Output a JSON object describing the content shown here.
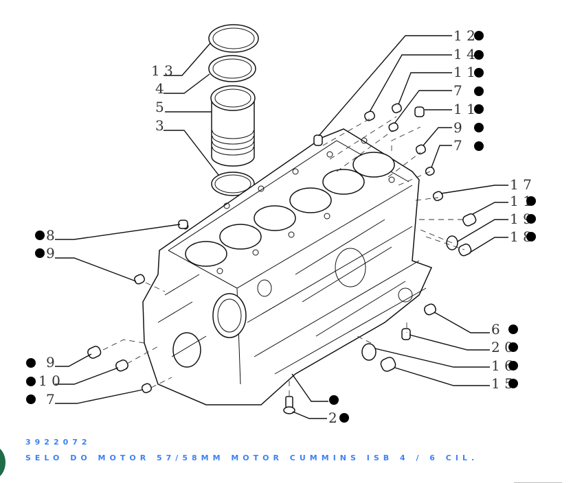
{
  "diagram": {
    "callouts_right": [
      {
        "label": "1 2",
        "marked": true
      },
      {
        "label": "1 4",
        "marked": true
      },
      {
        "label": "1 1",
        "marked": true
      },
      {
        "label": "7",
        "marked": true
      },
      {
        "label": "1 1",
        "marked": true
      },
      {
        "label": "9",
        "marked": true
      },
      {
        "label": "7",
        "marked": true
      },
      {
        "label": "1 7",
        "marked": false
      },
      {
        "label": "1 1",
        "marked": true
      },
      {
        "label": "1 9",
        "marked": true
      },
      {
        "label": "1 8",
        "marked": true
      },
      {
        "label": "6",
        "marked": true
      },
      {
        "label": "2 0",
        "marked": true
      },
      {
        "label": "1 6",
        "marked": true
      },
      {
        "label": "1 5",
        "marked": true
      }
    ],
    "callouts_left": [
      {
        "label": "1 3"
      },
      {
        "label": "4"
      },
      {
        "label": "5"
      },
      {
        "label": "3"
      }
    ],
    "callouts_left_marked": [
      {
        "label": "8"
      },
      {
        "label": "9"
      },
      {
        "label": "9"
      },
      {
        "label": "1 0"
      },
      {
        "label": "7"
      }
    ],
    "callouts_bottom": [
      {
        "label": ""
      },
      {
        "label": "2"
      }
    ]
  },
  "product": {
    "code": "3922072",
    "description": "SELO DO MOTOR 57/58MM MOTOR CUMMINS ISB 4 / 6 CIL."
  },
  "colors": {
    "accent": "#3b82f6",
    "chat_widget": "#1f6b4a"
  }
}
